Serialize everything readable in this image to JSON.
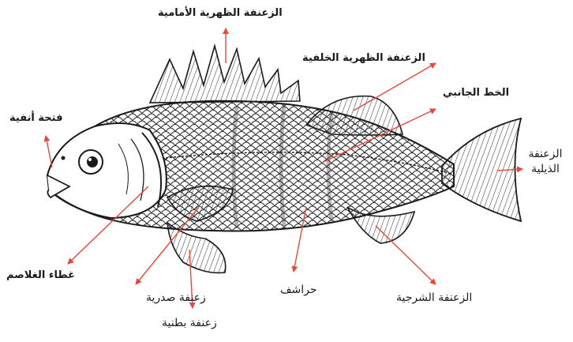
{
  "diagram": {
    "colors": {
      "arrow": "#e8473a",
      "ink": "#1a1a1a",
      "background": "#ffffff",
      "scales": "#2a2a2a"
    },
    "labels": {
      "dorsal_front": "الزعنفة الظهرية الأمامية",
      "dorsal_rear": "الزعنفة الظهرية الخلفية",
      "lateral_line": "الخط الجانبي",
      "nostril": "فتحة أنفية",
      "caudal_line1": "الزعنفة",
      "caudal_line2": "الذيلية",
      "operculum": "غطاء الغلاصم",
      "pectoral": "زعنفة صدرية",
      "pelvic": "زعنفة بطنية",
      "scales": "حراشف",
      "anal": "الزعنفة الشرجية"
    }
  }
}
